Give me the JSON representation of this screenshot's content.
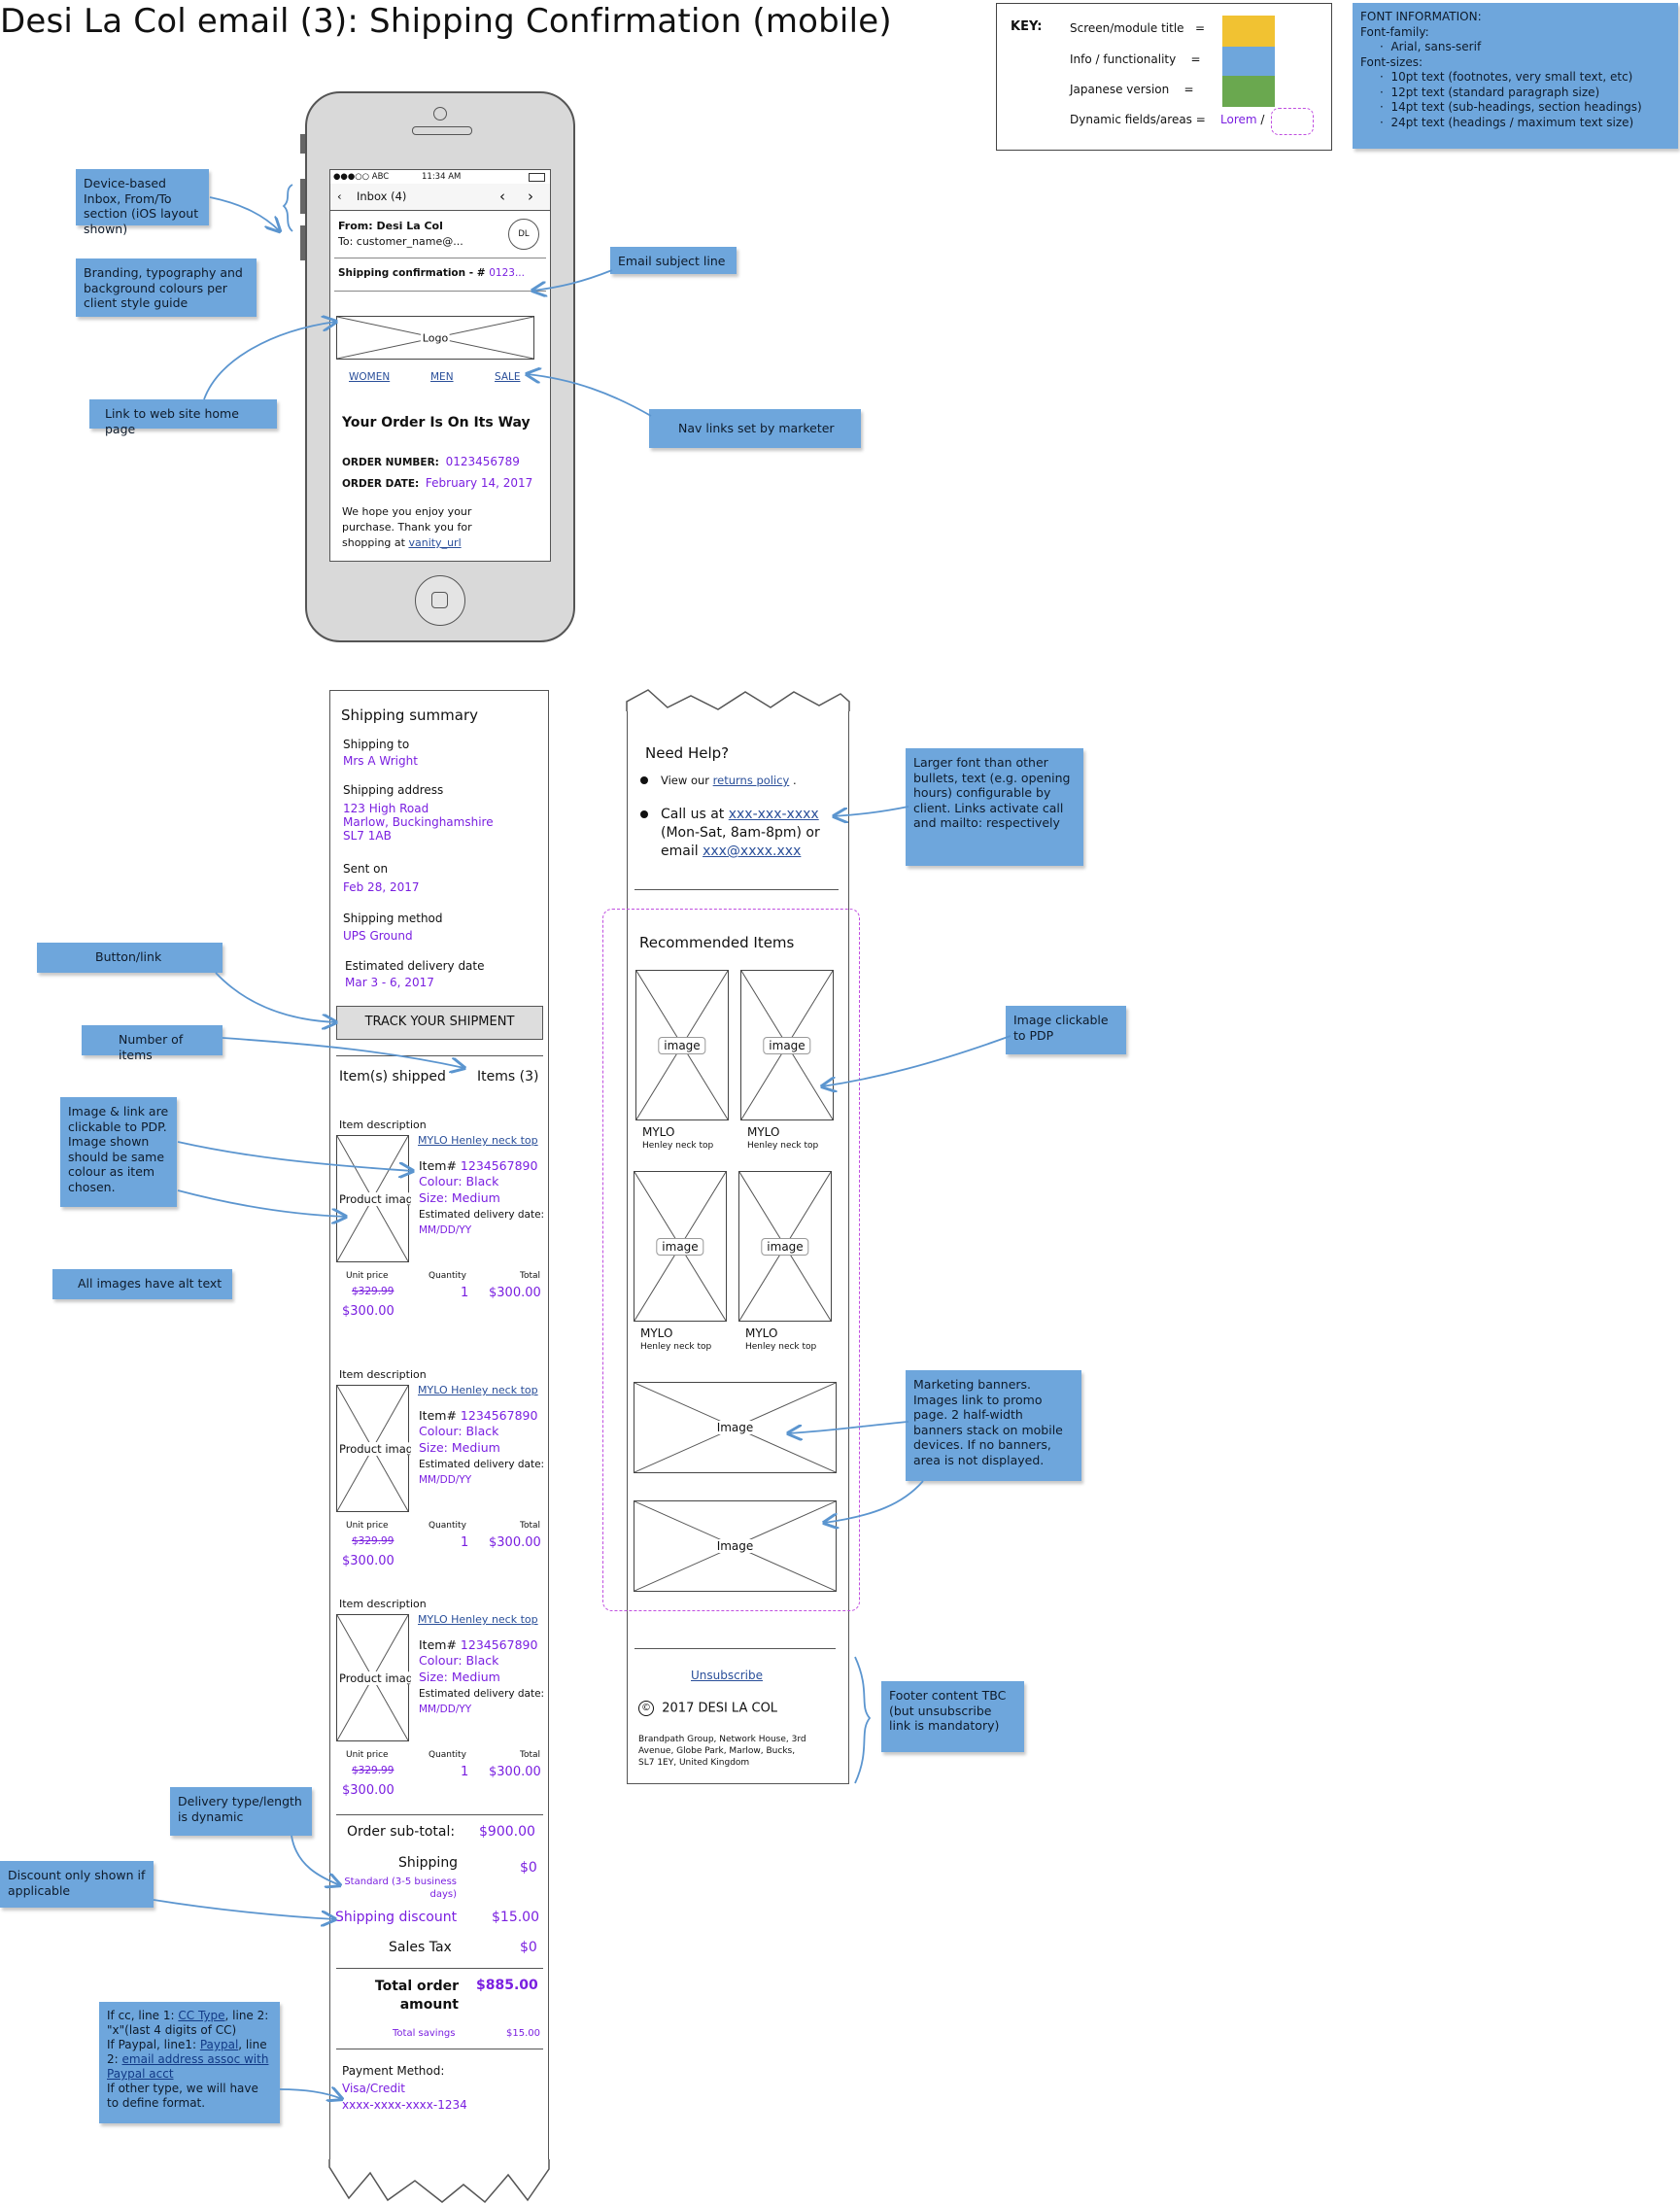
{
  "title": "Desi La Col email (3): Shipping Confirmation (mobile)",
  "key": {
    "label": "KEY:",
    "rows": [
      {
        "text": "Screen/module title",
        "eq": "=",
        "color": "#f1c232"
      },
      {
        "text": "Info / functionality",
        "eq": "=",
        "color": "#6ea6dc"
      },
      {
        "text": "Japanese version",
        "eq": "=",
        "color": "#6aa84f"
      },
      {
        "text": "Dynamic fields/areas =",
        "eq": "",
        "color": ""
      }
    ],
    "dynamic_sample": "Lorem",
    "dynamic_sep": "/"
  },
  "font_info": {
    "heading": "FONT INFORMATION:",
    "family_label": "Font-family:",
    "family": "Arial, sans-serif",
    "sizes_label": "Font-sizes:",
    "sizes": [
      "10pt text (footnotes, very small text, etc)",
      "12pt text (standard paragraph size)",
      "14pt text (sub-headings, section headings)",
      "24pt text (headings / maximum text size)"
    ]
  },
  "phone": {
    "carrier": "●●●○○ ABC",
    "time": "11:34 AM",
    "inbox": "Inbox (4)",
    "from": "From: Desi La Col",
    "to": "To: customer_name@...",
    "avatar": "DL",
    "subject_label": "Shipping confirmation - #",
    "subject_value": "0123...",
    "logo": "Logo",
    "nav": [
      "WOMEN",
      "MEN",
      "SALE"
    ],
    "heading": "Your Order Is On Its Way",
    "order_number_label": "ORDER NUMBER:",
    "order_number": "0123456789",
    "order_date_label": "ORDER DATE:",
    "order_date": "February 14, 2017",
    "message": "We hope you enjoy your purchase.  Thank you for shopping at",
    "vanity": "vanity_url"
  },
  "summary": {
    "title": "Shipping summary",
    "shipping_to_label": "Shipping to",
    "shipping_to": "Mrs A Wright",
    "address_label": "Shipping address",
    "address": [
      "123 High Road",
      "Marlow, Buckinghamshire",
      "SL7 1AB"
    ],
    "sent_label": "Sent on",
    "sent": "Feb 28, 2017",
    "method_label": "Shipping method",
    "method": "UPS Ground",
    "delivery_label": "Estimated delivery date",
    "delivery": "Mar 3 - 6, 2017",
    "track_button": "TRACK YOUR SHIPMENT",
    "items_shipped": "Item(s) shipped",
    "items_count": "Items (3)",
    "items": [
      {
        "desc_label": "Item description",
        "name": "MYLO Henley neck top",
        "img": "Product image",
        "item_no_label": "Item#",
        "item_no": "1234567890",
        "colour": "Colour: Black",
        "size": "Size: Medium",
        "est_label": "Estimated delivery date:",
        "est": "MM/DD/YY",
        "unit_label": "Unit price",
        "qty_label": "Quantity",
        "total_label": "Total",
        "old_price": "$329.99",
        "price": "$300.00",
        "qty": "1",
        "total": "$300.00"
      },
      {
        "desc_label": "Item description",
        "name": "MYLO Henley neck top",
        "img": "Product image",
        "item_no_label": "Item#",
        "item_no": "1234567890",
        "colour": "Colour: Black",
        "size": "Size: Medium",
        "est_label": "Estimated delivery date:",
        "est": "MM/DD/YY",
        "unit_label": "Unit price",
        "qty_label": "Quantity",
        "total_label": "Total",
        "old_price": "$329.99",
        "price": "$300.00",
        "qty": "1",
        "total": "$300.00"
      },
      {
        "desc_label": "Item description",
        "name": "MYLO Henley neck top",
        "img": "Product image",
        "item_no_label": "Item#",
        "item_no": "1234567890",
        "colour": "Colour: Black",
        "size": "Size: Medium",
        "est_label": "Estimated delivery date:",
        "est": "MM/DD/YY",
        "unit_label": "Unit price",
        "qty_label": "Quantity",
        "total_label": "Total",
        "old_price": "$329.99",
        "price": "$300.00",
        "qty": "1",
        "total": "$300.00"
      }
    ],
    "subtotal_label": "Order sub-total:",
    "subtotal": "$900.00",
    "shipping_label": "Shipping",
    "shipping": "$0",
    "shipping_note": "Standard (3-5 business days)",
    "discount_label": "Shipping discount",
    "discount": "$15.00",
    "tax_label": "Sales Tax",
    "tax": "$0",
    "total_label": "Total order amount",
    "total": "$885.00",
    "savings_label": "Total savings",
    "savings": "$15.00",
    "payment_label": "Payment Method:",
    "payment_type": "Visa/Credit",
    "payment_card": "xxxx-xxxx-xxxx-1234"
  },
  "help": {
    "title": "Need Help?",
    "view_prefix": "View our",
    "returns": "returns policy",
    "view_suffix": ".",
    "call_prefix": "Call us at",
    "phone": "xxx-xxx-xxxx",
    "hours": "(Mon-Sat, 8am-8pm) or",
    "email_prefix": "email",
    "email": "xxx@xxxx.xxx",
    "recommended": "Recommended Items",
    "rec_items": [
      {
        "img": "image",
        "brand": "MYLO",
        "name": "Henley neck top"
      },
      {
        "img": "image",
        "brand": "MYLO",
        "name": "Henley neck top"
      },
      {
        "img": "image",
        "brand": "MYLO",
        "name": "Henley neck top"
      },
      {
        "img": "image",
        "brand": "MYLO",
        "name": "Henley neck top"
      }
    ],
    "banner1": "Image",
    "banner2": "Image",
    "unsubscribe": "Unsubscribe",
    "copyright_symbol": "©",
    "copyright": "2017 DESI LA COL",
    "address": "Brandpath Group, Network House, 3rd Avenue, Globe Park, Marlow, Bucks, SL7 1EY, United Kingdom"
  },
  "notes": {
    "inbox": "Device-based Inbox, From/To section (iOS layout shown)",
    "branding": "Branding, typography and background colours per client style guide",
    "subject": "Email subject line",
    "homelink": "Link to web site home page",
    "navlinks": "Nav links set by marketer",
    "button": "Button/link",
    "numitems": "Number of items",
    "imagelink": "Image & link are clickable to PDP. Image shown should be same colour as item chosen.",
    "alttext": "All images have alt text",
    "delivery": "Delivery type/length is dynamic",
    "discount": "Discount only shown if applicable",
    "payment_1": "If cc, line 1:",
    "payment_cc": "CC Type",
    "payment_2": ", line 2: \"x\"(last 4 digits of CC)",
    "payment_3": "If Paypal, line1:",
    "payment_pp": "Paypal",
    "payment_4": ", line 2:",
    "payment_email": "email address assoc with Paypal acct",
    "payment_5": "If other type, we will have to define format.",
    "larger": "Larger font than other bullets, text (e.g. opening hours) configurable by client. Links activate call and mailto: respectively",
    "pdp": "Image clickable to PDP",
    "banners": "Marketing banners. Images link to promo page. 2 half-width banners stack on mobile devices. If no banners, area is not displayed.",
    "footer": "Footer content TBC (but unsubscribe link is mandatory)"
  }
}
